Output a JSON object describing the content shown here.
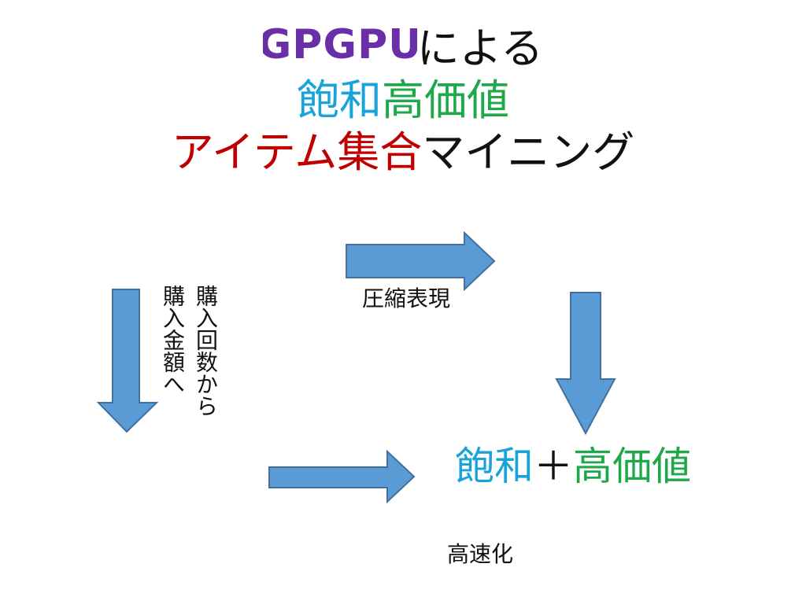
{
  "title": {
    "logo_text": "GPGPU",
    "line1_suffix": "による",
    "line2_part1": "飽和",
    "line2_part2": "高価値",
    "line3_part1": "アイテム集合",
    "line3_part2": "マイニング"
  },
  "labels": {
    "compress": "圧縮表現",
    "purchase_count": "購入回数から",
    "purchase_amount": "購入金額へ",
    "speedup": "高速化"
  },
  "result": {
    "part1": "飽和",
    "plus": "＋",
    "part2": "高価値"
  },
  "colors": {
    "logo": "#6a2fa8",
    "cyan": "#1aa3d9",
    "green": "#1fa84a",
    "red": "#c00000",
    "black": "#111111",
    "arrow_fill": "#5b9bd5",
    "arrow_stroke": "#41719c"
  }
}
